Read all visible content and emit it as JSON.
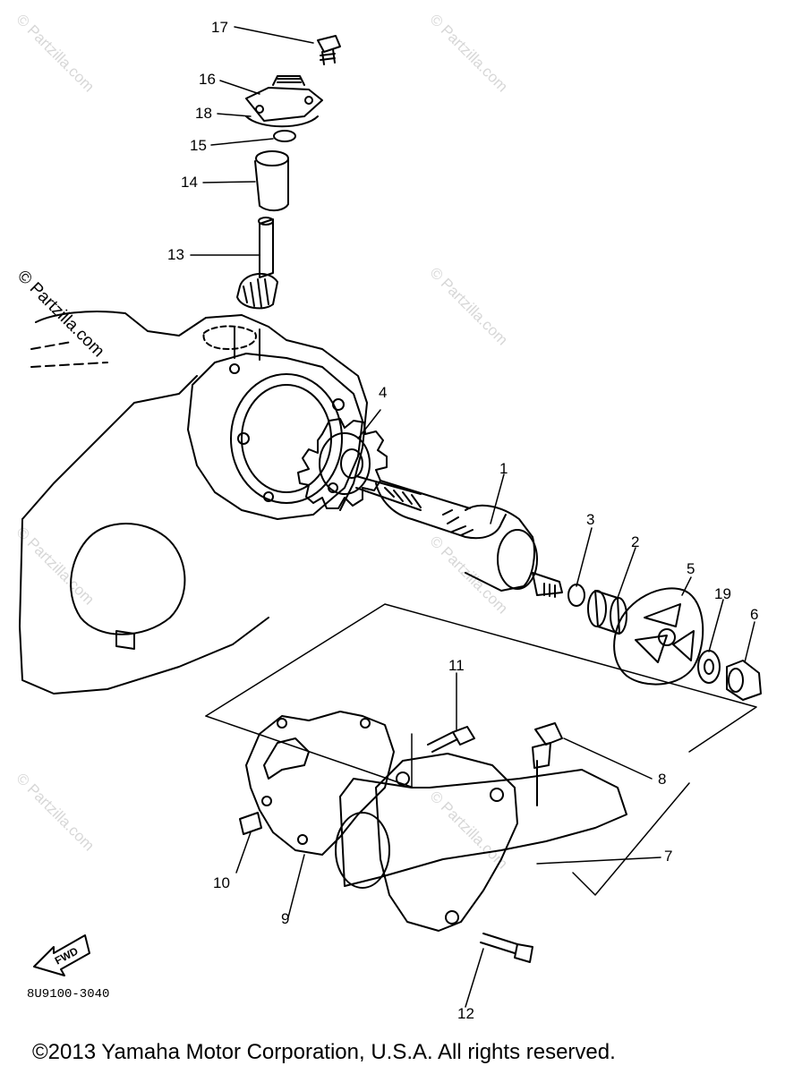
{
  "watermark": "© Partzilla.com",
  "callouts": {
    "n1": "1",
    "n2": "2",
    "n3": "3",
    "n4": "4",
    "n5": "5",
    "n6": "6",
    "n7": "7",
    "n8": "8",
    "n9": "9",
    "n10": "10",
    "n11": "11",
    "n12": "12",
    "n13": "13",
    "n14": "14",
    "n15": "15",
    "n16": "16",
    "n17": "17",
    "n18": "18",
    "n19": "19"
  },
  "fwd_label": "FWD",
  "diagram_number": "8U9100-3040",
  "copyright": "©2013 Yamaha Motor Corporation, U.S.A. All rights reserved."
}
